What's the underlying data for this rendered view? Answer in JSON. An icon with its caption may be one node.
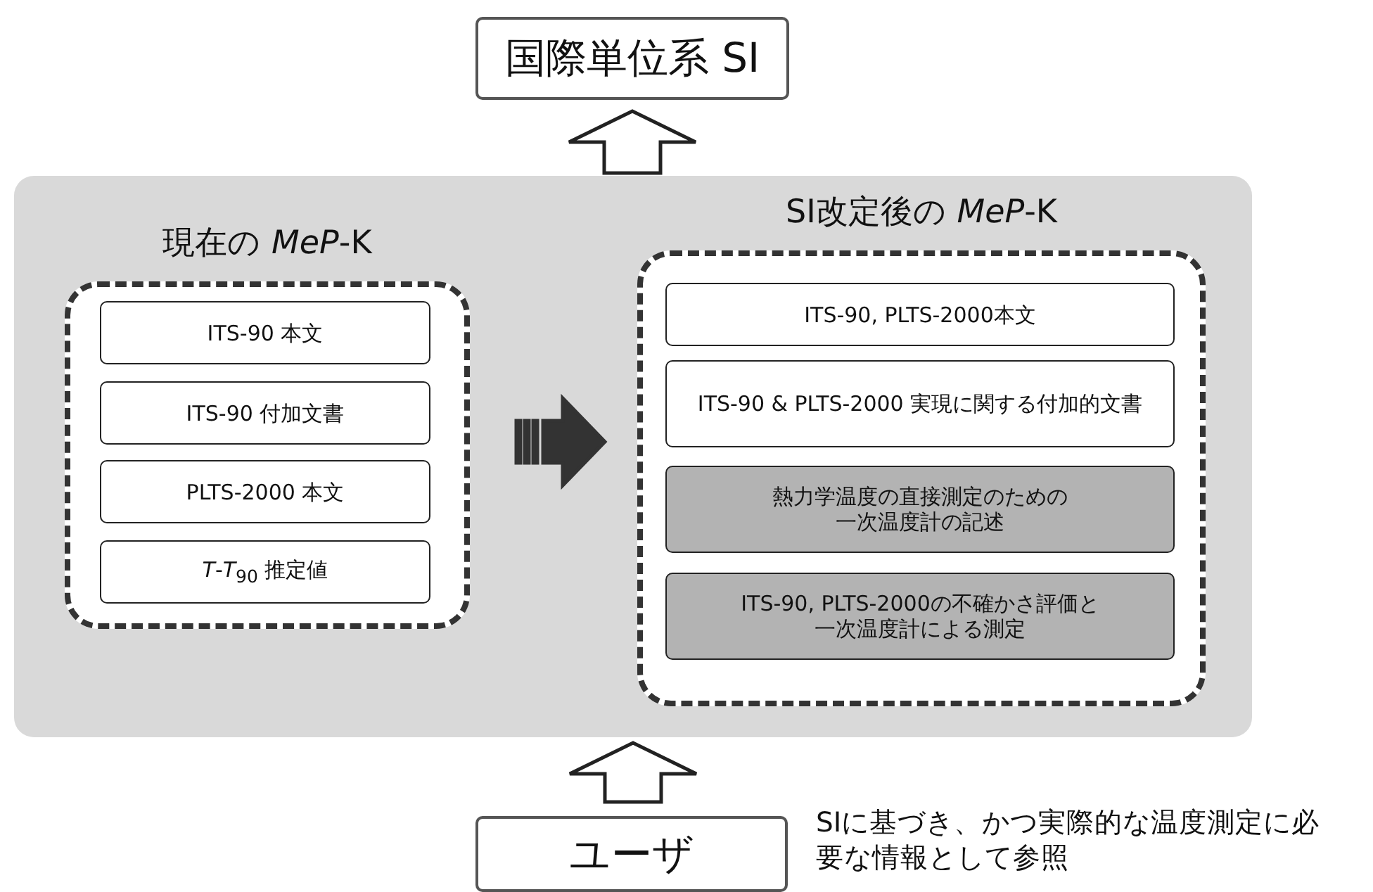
{
  "diagram": {
    "nodes": [
      {
        "text": [
          "国際単位系 SI"
        ]
      },
      {
        "text": [],
        "shape": "box"
      },
      {
        "text": [
          "現在の *MeP*-K"
        ],
        "in": 1
      },
      {
        "text": [
          "ITS-90 本文"
        ],
        "in": 2
      },
      {
        "text": [
          "ITS-90 付加文書"
        ],
        "in": 2
      },
      {
        "text": [
          "PLTS-2000 本文"
        ],
        "in": 2
      },
      {
        "text": [
          "*T*-*T*$_{90}$ 推定値"
        ],
        "in": 2
      },
      {
        "text": [
          "SI改定後の *MeP*-K"
        ],
        "in": 1
      },
      {
        "text": [
          "ITS-90, PLTS-2000本文"
        ],
        "in": 7
      },
      {
        "text": [
          "ITS-90 & PLTS-2000 実現に関する付加的文書"
        ],
        "in": 7
      },
      {
        "text": [
          "熱力学温度の直接測定のための一次温度計の記述"
        ],
        "in": 7
      },
      {
        "text": [
          "ITS-90, PLTS-2000の不確かさ評価と一次温度計による測定"
        ],
        "in": 7
      },
      {
        "text": [
          "ユーザ"
        ],
        "beside": [
          "SIに基づき、かつ実際的な温度測定に必要な情報として参照"
        ]
      }
    ],
    "edges": [
      {
        "from": 1,
        "to": 0,
        "arrow": "to"
      },
      {
        "from": 2,
        "to": 7,
        "arrow": "to"
      },
      {
        "from": 12,
        "to": 1,
        "arrow": "to"
      }
    ]
  }
}
